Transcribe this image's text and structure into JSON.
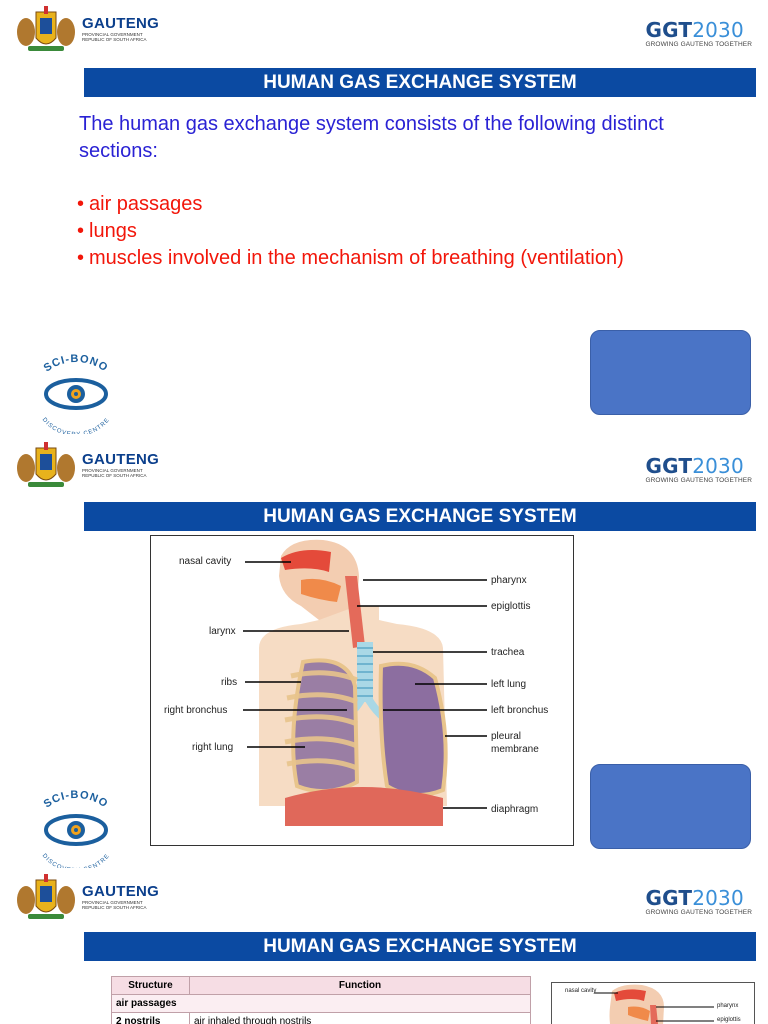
{
  "brand": {
    "gauteng_name": "GAUTENG",
    "gauteng_sub1": "PROVINCIAL GOVERNMENT",
    "gauteng_sub2": "REPUBLIC OF SOUTH AFRICA",
    "ggt_prefix": "GGT",
    "ggt_year": "2030",
    "ggt_tagline": "GROWING GAUTENG TOGETHER",
    "scibono_top": "SCI-BONO",
    "scibono_bottom": "DISCOVERY CENTRE"
  },
  "colors": {
    "title_bar": "#0b4aa2",
    "intro_text": "#2a22d4",
    "bullet_text": "#f2160a",
    "blue_box": "#4a74c6"
  },
  "slide1": {
    "title": "HUMAN GAS EXCHANGE SYSTEM",
    "intro": "The human gas exchange system consists of the following distinct sections:",
    "bullets": [
      "air passages",
      "lungs",
      "muscles involved in the mechanism of breathing (ventilation)"
    ]
  },
  "slide2": {
    "title": "HUMAN GAS EXCHANGE SYSTEM",
    "labels_left": [
      "nasal cavity",
      "larynx",
      "ribs",
      "right bronchus",
      "right lung"
    ],
    "labels_right": [
      "pharynx",
      "epiglottis",
      "trachea",
      "left lung",
      "left bronchus",
      "pleural",
      "membrane",
      "diaphragm"
    ]
  },
  "slide3": {
    "title": "HUMAN GAS EXCHANGE SYSTEM",
    "table": {
      "headers": [
        "Structure",
        "Function"
      ],
      "section": "air passages",
      "row_structure": "2 nostrils",
      "row_function": "air inhaled through nostrils"
    },
    "mini_labels": [
      "nasal cavity",
      "pharynx",
      "epiglottis"
    ]
  }
}
